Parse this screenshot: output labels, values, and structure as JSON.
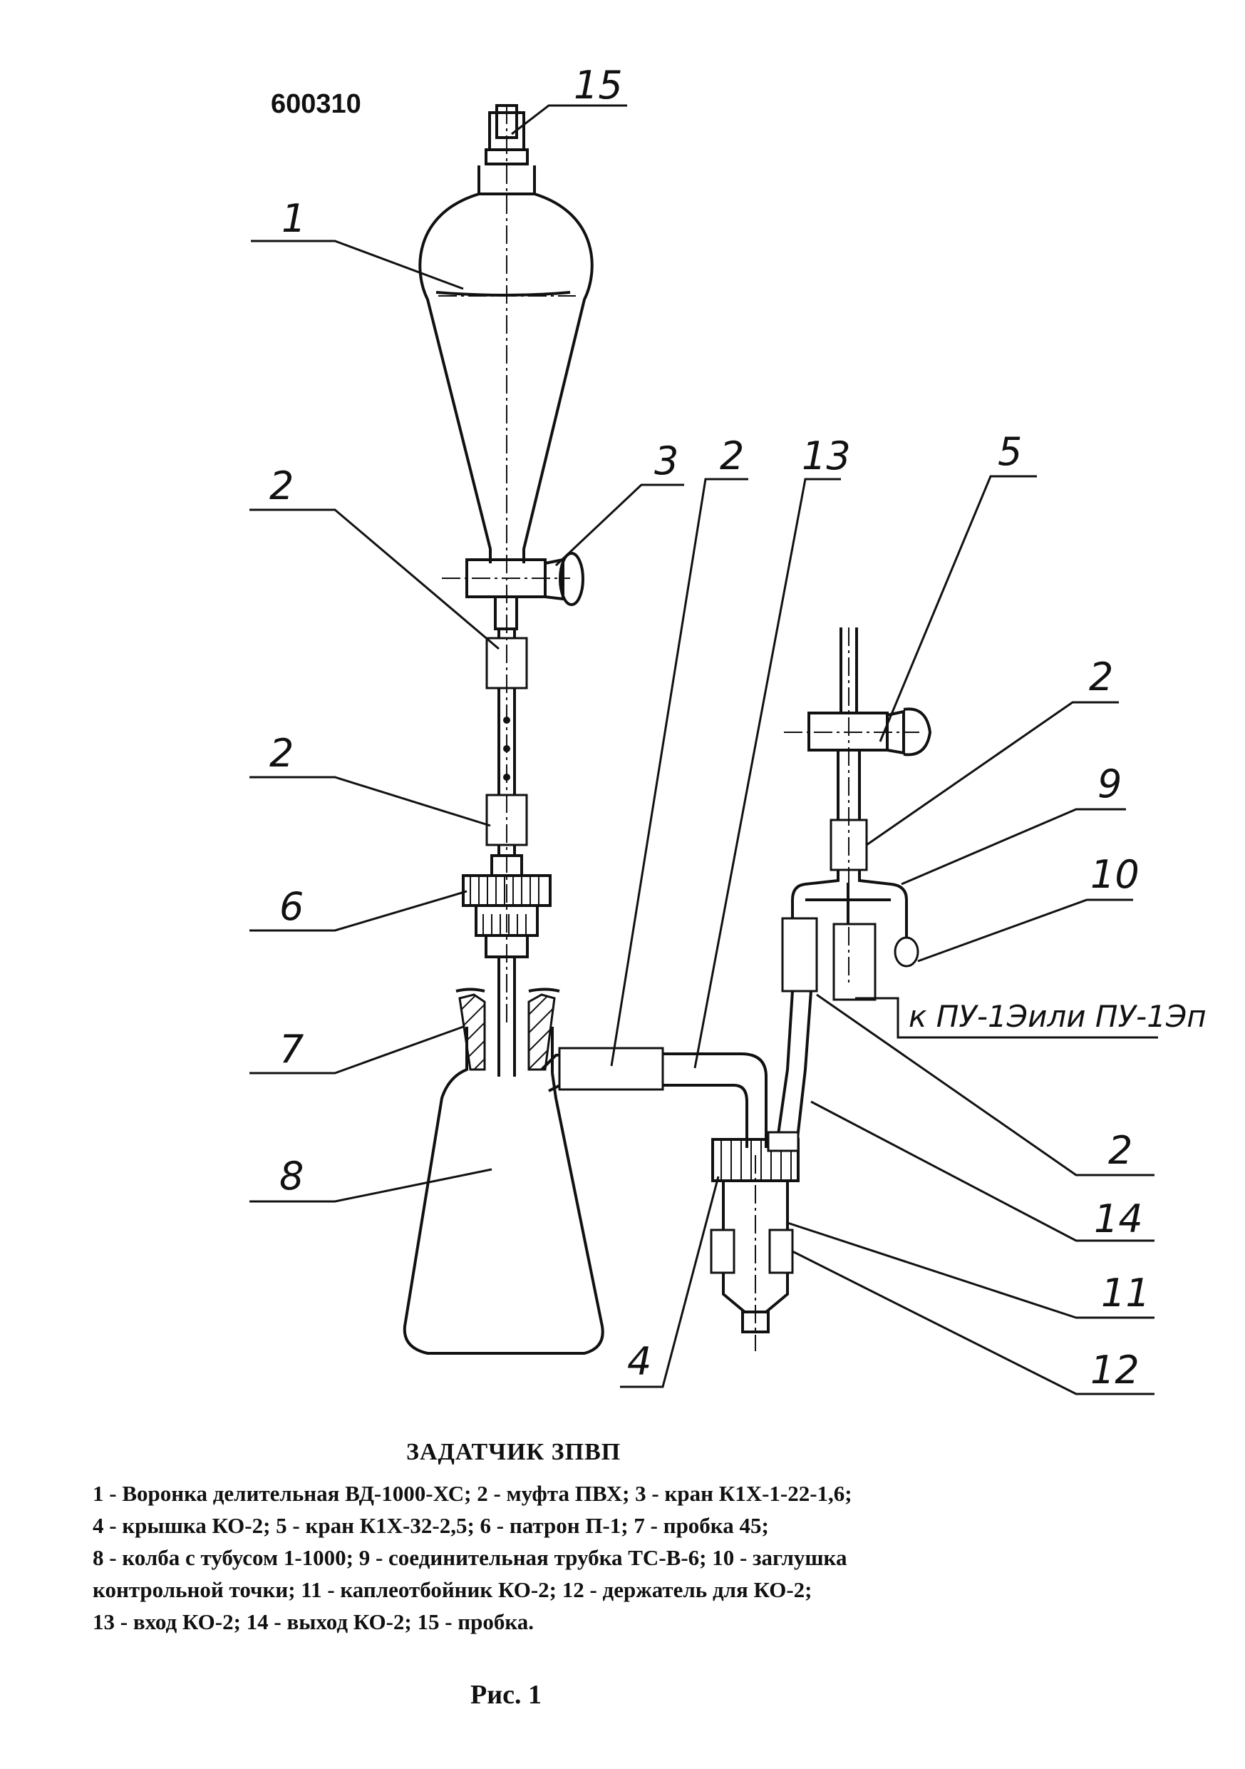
{
  "document_number": "600310",
  "callouts": {
    "c1": "1",
    "c2a": "2",
    "c2b": "2",
    "c2c": "2",
    "c2d": "2",
    "c2e": "2",
    "c3": "3",
    "c4": "4",
    "c5": "5",
    "c6": "6",
    "c7": "7",
    "c8": "8",
    "c9": "9",
    "c10": "10",
    "c11": "11",
    "c12": "12",
    "c13": "13",
    "c14": "14",
    "c15": "15"
  },
  "connection_label": "к ПУ-1Эили ПУ-1Эп",
  "title": "ЗАДАТЧИК ЗПВП",
  "legend_lines": [
    "1 - Воронка делительная ВД-1000-ХС; 2 - муфта ПВХ; 3 - кран К1Х-1-22-1,6;",
    "4 - крышка КО-2; 5 - кран К1Х-32-2,5;  6 - патрон П-1;  7 - пробка 45;",
    "8 - колба с тубусом 1-1000; 9 - соединительная трубка ТС-В-6; 10 - заглушка",
    "контрольной точки; 11 - каплеотбойник КО-2; 12 - держатель для КО-2;",
    "13 - вход КО-2; 14 - выход КО-2; 15 - пробка."
  ],
  "figure_caption": "Рис. 1"
}
